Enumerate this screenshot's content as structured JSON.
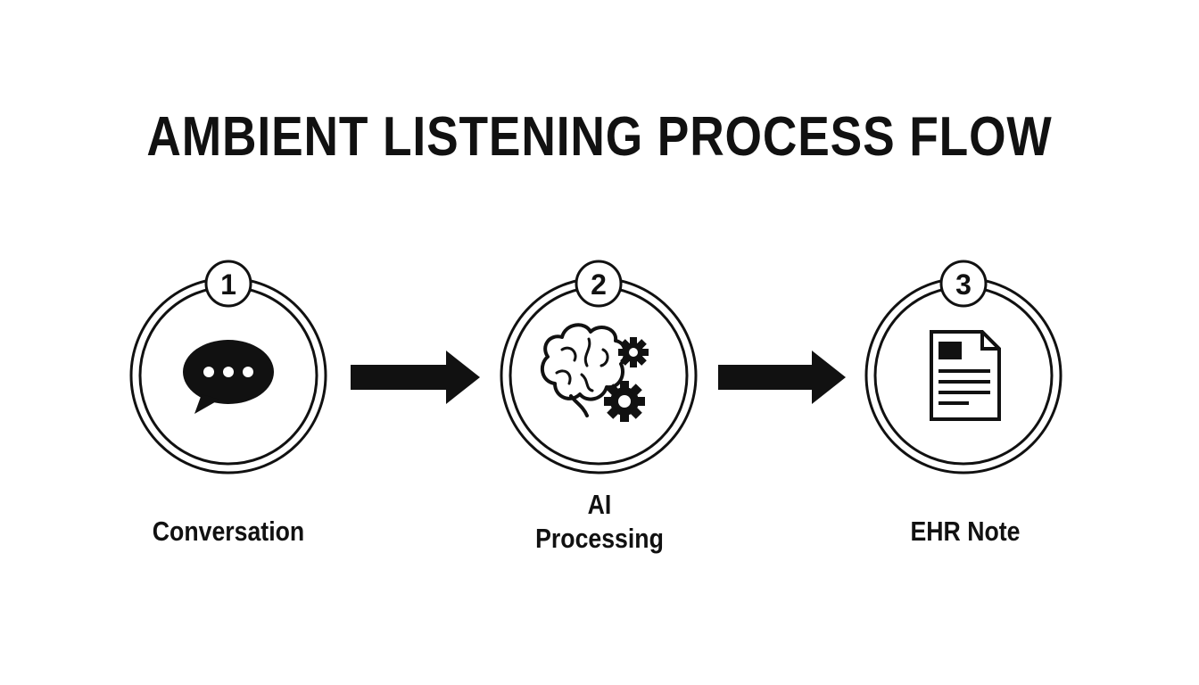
{
  "title": "AMBIENT LISTENING PROCESS FLOW",
  "steps": [
    {
      "number": "1",
      "label_lines": [
        "Conversation"
      ],
      "icon": "speech-bubble-icon"
    },
    {
      "number": "2",
      "label_lines": [
        "AI",
        "Processing"
      ],
      "icon": "brain-gears-icon"
    },
    {
      "number": "3",
      "label_lines": [
        "EHR Note"
      ],
      "icon": "document-icon"
    }
  ],
  "colors": {
    "ink": "#111111",
    "background": "#ffffff"
  }
}
